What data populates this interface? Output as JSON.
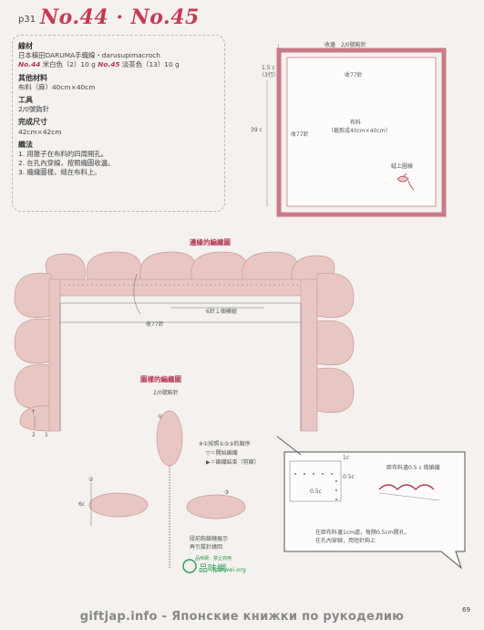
{
  "header": {
    "page_ref": "p31",
    "title": "No.44 · No.45"
  },
  "info": {
    "yarn_heading": "線材",
    "yarn_line": "日本橫田DARUMA手織線・darusupimacroch",
    "no44_label": "No.44",
    "no44_value": "米白色（2）10 g",
    "no45_label": "No.45",
    "no45_value": "淡茶色（13）10 g",
    "other_heading": "其他材料",
    "other_value": "布料（麻）40cm×40cm",
    "tool_heading": "工具",
    "tool_value": "2/0號鉤針",
    "size_heading": "完成尺寸",
    "size_value": "42cm×42cm",
    "method_heading": "織法",
    "steps": [
      "1. 用錐子在布料的四周開孔。",
      "2. 在孔內穿線，按照織圖收邊。",
      "3. 織織圖樣，縫在布料上。"
    ]
  },
  "pillow": {
    "top_label": "收邊　2/0號鉤針",
    "side_measure_top": "1.5 c",
    "side_measure_top2": "（3行）",
    "side_measure_main": "39 c",
    "top_inner": "收77針",
    "left_inner": "收77針",
    "fabric_label": "布料",
    "fabric_size": "（裁剪成40cm×40cm）",
    "motif_label": "縫上圖樣"
  },
  "edge_chart": {
    "title": "邊緣的編織圖",
    "repeat_label": "6針１個模組",
    "bottom_count": "收77針",
    "row_nums": [
      "↑",
      "2",
      "1"
    ]
  },
  "motif_chart": {
    "title": "圖樣的編織圖",
    "tool": "2/0號鉤針",
    "legend_title": "※①按照①③③的順序",
    "legend_start": "▽＝開始編織",
    "legend_end": "▶＝編織結束（剪線）",
    "stem_note_1": "段前鉤鎖鏈展示",
    "stem_note_2": "再引拔針繞回",
    "dim_label": "6c",
    "step_nums": [
      "①",
      "②",
      "③"
    ]
  },
  "detail": {
    "measure_a": "1c",
    "measure_b": "0.5c",
    "measure_c": "0.5c",
    "side_note": "距布料邊0.5 c 做編織",
    "caption_1": "在距布料邊1cm處，每隔0.5cm開孔，",
    "caption_2": "在孔內穿線，用短針鉤上"
  },
  "watermark": {
    "brand": "品味網",
    "sub": "品味網：禁止商用",
    "domain": "pinwei.org"
  },
  "footer": {
    "text": "giftjap.info - Японские книжки по рукоделию",
    "page_num": "69"
  },
  "colors": {
    "accent": "#c63a55",
    "motif_fill": "#e8c6c4",
    "pillow_border": "#c97a86"
  }
}
